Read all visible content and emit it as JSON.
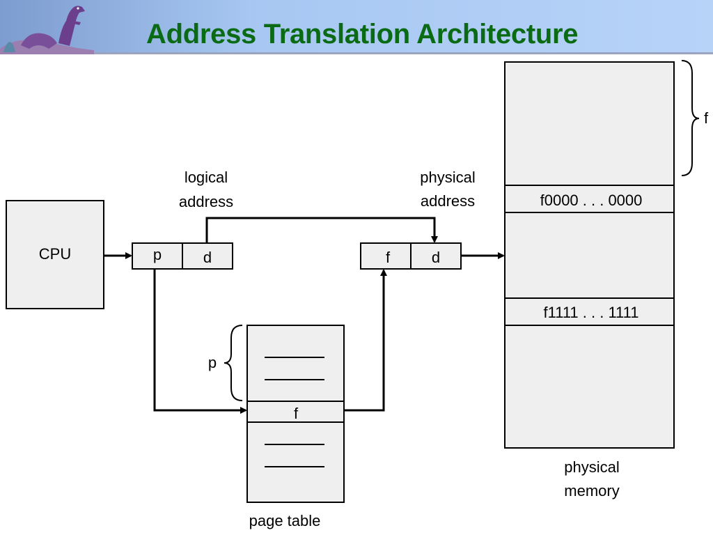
{
  "header": {
    "title": "Address Translation Architecture",
    "logo_icon": "dinosaur-logo-icon"
  },
  "colors": {
    "title_green": "#0b6b15",
    "header_blue": "#a7c7f2",
    "box_fill": "#efefef"
  },
  "diagram": {
    "cpu_label": "CPU",
    "logical_address_line1": "logical",
    "logical_address_line2": "address",
    "physical_address_line1": "physical",
    "physical_address_line2": "address",
    "logical_p": "p",
    "logical_d": "d",
    "physical_f": "f",
    "physical_d": "d",
    "page_table_brace_label": "p",
    "page_table_entry": "f",
    "page_table_caption": "page table",
    "frame_brace_label": "f",
    "frame_start": "f0000 . . . 0000",
    "frame_end": "f1111 . . . 1111",
    "memory_caption_line1": "physical",
    "memory_caption_line2": "memory"
  }
}
